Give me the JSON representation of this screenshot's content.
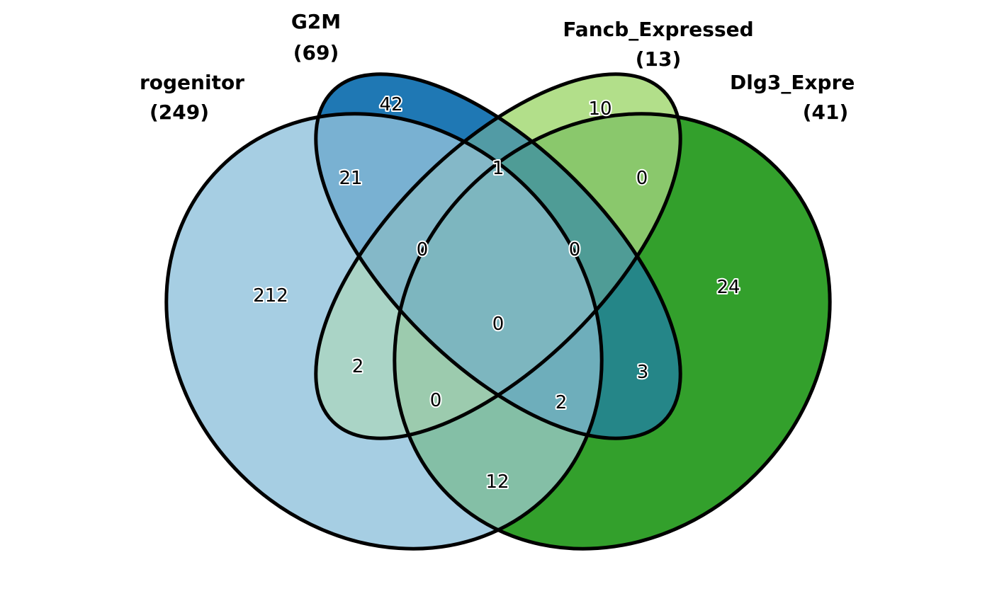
{
  "sets": [
    {
      "id": "progenitor",
      "name": "Progenitor",
      "visible_name": "rogenitor",
      "count": "(249)",
      "color": "#a6cee3"
    },
    {
      "id": "g2m",
      "name": "G2M",
      "visible_name": "G2M",
      "count": "(69)",
      "color": "#1f78b4"
    },
    {
      "id": "fancb",
      "name": "Fancb_Expressed",
      "visible_name": "Fancb_Expressed",
      "count": "(13)",
      "color": "#b2df8a"
    },
    {
      "id": "dlg3",
      "name": "Dlg3_Expressed",
      "visible_name": "Dlg3_Expre",
      "count": "(41)",
      "color": "#33a02c"
    }
  ],
  "regions": [
    {
      "id": "progenitor_only",
      "value": "212"
    },
    {
      "id": "g2m_only",
      "value": "42"
    },
    {
      "id": "fancb_only",
      "value": "10"
    },
    {
      "id": "dlg3_only",
      "value": "24"
    },
    {
      "id": "progenitor_g2m",
      "value": "21"
    },
    {
      "id": "g2m_fancb",
      "value": "1"
    },
    {
      "id": "fancb_dlg3",
      "value": "0"
    },
    {
      "id": "progenitor_g2m_fancb",
      "value": "0"
    },
    {
      "id": "g2m_fancb_dlg3",
      "value": "0"
    },
    {
      "id": "all_four",
      "value": "0"
    },
    {
      "id": "progenitor_fancb",
      "value": "2"
    },
    {
      "id": "progenitor_fancb_dlg3",
      "value": "0"
    },
    {
      "id": "progenitor_g2m_dlg3",
      "value": "2"
    },
    {
      "id": "g2m_dlg3",
      "value": "3"
    },
    {
      "id": "progenitor_dlg3",
      "value": "12"
    }
  ]
}
